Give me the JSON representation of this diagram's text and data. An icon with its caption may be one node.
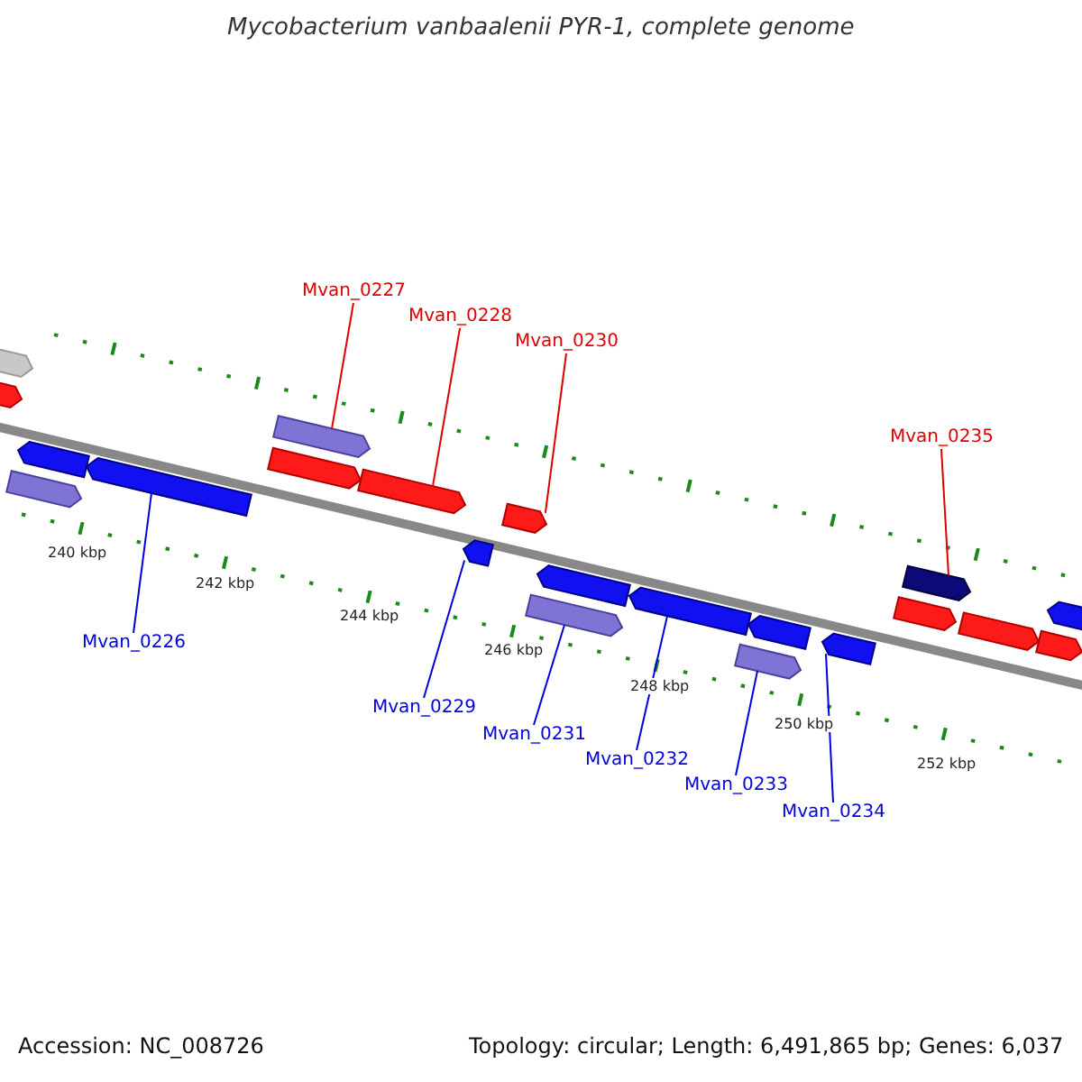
{
  "diagram": {
    "title": "Mycobacterium vanbaalenii PYR-1, complete genome",
    "nodes": [
      {
        "text": [
          "Mvan_0227"
        ]
      },
      {
        "text": [
          "Mvan_0228"
        ]
      },
      {
        "text": [
          "Mvan_0230"
        ]
      },
      {
        "text": [
          "Mvan_0235"
        ]
      },
      {
        "text": [
          "Mvan_0226"
        ]
      },
      {
        "text": [
          "Mvan_0229"
        ]
      },
      {
        "text": [
          "Mvan_0231"
        ]
      },
      {
        "text": [
          "Mvan_0232"
        ]
      },
      {
        "text": [
          "Mvan_0233"
        ]
      },
      {
        "text": [
          "Mvan_0234"
        ]
      },
      {
        "text": [],
        "shape": "arrow"
      },
      {
        "text": [],
        "shape": "arrow"
      },
      {
        "text": [],
        "shape": "arrow"
      },
      {
        "text": [],
        "shape": "arrow"
      },
      {
        "text": [],
        "shape": "arrow"
      },
      {
        "text": [],
        "shape": "arrow"
      },
      {
        "text": [],
        "shape": "arrow"
      },
      {
        "text": [],
        "shape": "arrow"
      },
      {
        "text": [],
        "shape": "arrow"
      },
      {
        "text": [],
        "shape": "arrow"
      },
      {
        "text": [],
        "shape": "arrow"
      },
      {
        "text": [],
        "shape": "arrow"
      },
      {
        "text": [],
        "shape": "arrow"
      },
      {
        "text": [],
        "shape": "arrow"
      },
      {
        "text": [],
        "shape": "arrow"
      },
      {
        "text": [],
        "shape": "arrow"
      },
      {
        "text": [],
        "shape": "arrow"
      },
      {
        "text": [],
        "shape": "arrow"
      },
      {
        "text": [],
        "shape": "arrow"
      },
      {
        "text": [],
        "shape": "arrow"
      },
      {
        "text": [],
        "shape": "arrow"
      }
    ],
    "edges": [
      {
        "from": 0,
        "to": 16,
        "arrow": "none",
        "color": "#e00000"
      },
      {
        "from": 1,
        "to": 17,
        "arrow": "none",
        "color": "#e00000"
      },
      {
        "from": 2,
        "to": 19,
        "arrow": "none",
        "color": "#e00000"
      },
      {
        "from": 3,
        "to": 27,
        "arrow": "none",
        "color": "#e00000"
      },
      {
        "from": 4,
        "to": 14,
        "arrow": "none"
      },
      {
        "from": 5,
        "to": 18,
        "arrow": "none"
      },
      {
        "from": 6,
        "to": 20,
        "arrow": "none"
      },
      {
        "from": 7,
        "to": 22,
        "arrow": "none"
      },
      {
        "from": 8,
        "to": 23,
        "arrow": "none"
      },
      {
        "from": 9,
        "to": 25,
        "arrow": "none"
      }
    ],
    "labels": [
      "240 kbp",
      "242 kbp",
      "244 kbp",
      "246 kbp",
      "248 kbp",
      "250 kbp",
      "252 kbp",
      "Accession: NC_008726",
      "Topology: circular; Length: 6,491,865 bp; Genes: 6,037"
    ]
  }
}
